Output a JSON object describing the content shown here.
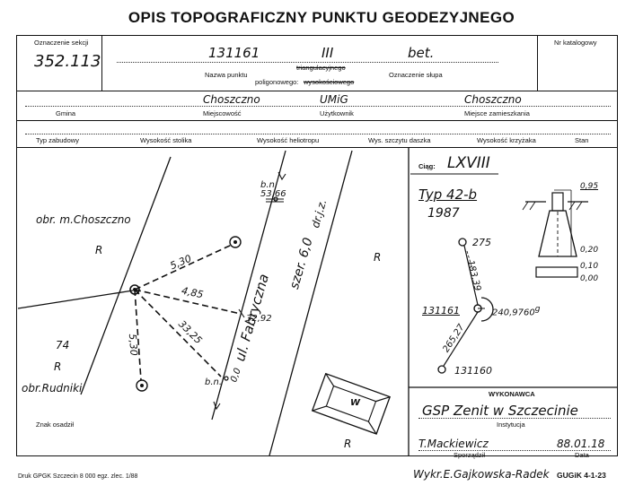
{
  "title": "OPIS TOPOGRAFICZNY PUNKTU GEODEZYJNEGO",
  "header": {
    "sheet_label": "Oznaczenie sekcji",
    "sheet_value": "352.113",
    "catalog_label": "Nr katalogowy",
    "point_number": "131161",
    "point_class": "III",
    "post_marking": "bet.",
    "name_label": "Nazwa punktu",
    "poly_label": "poligonowego:",
    "strike_triang": "triangulacyjnego",
    "strike_height": "wysokościowego",
    "post_label": "Oznaczenie słupa"
  },
  "location": {
    "commune_value": "",
    "commune_label": "Gmina",
    "locality_value": "Choszczno",
    "locality_label": "Miejscowość",
    "user_value": "UMiG",
    "user_label": "Użytkownik",
    "residence_value": "Choszczno",
    "residence_label": "Miejsce zamieszkania"
  },
  "columns": [
    "Typ zabudowy",
    "Wysokość stolika",
    "Wysokość heliotropu",
    "Wys. szczytu daszka",
    "Wysokość krzyżaka",
    "Stan"
  ],
  "sketch": {
    "area_chosz": "obr. m.Choszczno",
    "area_rud": "obr.Rudniki",
    "parcel_74": "74",
    "r_label": "R",
    "street": "ul. Fabryczna",
    "width_label": "szer. 6,0",
    "road_label": "dr.j.z.",
    "bn": "b.n.",
    "bn_value_top": "53,66",
    "d_530a": "5,30",
    "d_485": "4,85",
    "d_3325": "33,25",
    "d_530b": "5,30",
    "d_3292": "32,92",
    "d_00": "0,0",
    "building_w": "W",
    "point_caption": "Znak osadził"
  },
  "right_panel": {
    "ciag_label": "Ciąg:",
    "ciag_value": "LXVIII",
    "type_value": "Typ 42-b",
    "year_value": "1987",
    "p275": "275",
    "d_18339": "183,39",
    "p131161": "131161",
    "angle": "240,9760",
    "angle_unit": "g",
    "d_26527": "265,27",
    "p131160": "131160",
    "dim_095": "0,95",
    "dim_020": "0,20",
    "dim_010": "0,10",
    "dim_000": "0,00"
  },
  "execution": {
    "made_label": "WYKONAWCA",
    "institution_value": "GSP Zenit w Szczecinie",
    "institution_label": "Instytucja",
    "prepared_value": "T.Mackiewicz",
    "prepared_label": "Sporządził",
    "date_value": "88.01.18",
    "date_label": "Data"
  },
  "footer": {
    "print_note": "Druk GPGK Szczecin 8 000 egz. zlec. 1/88",
    "drawn_by": "Wykr.E.Gajkowska-Radek",
    "form_code": "GUGiK 4-1-23"
  }
}
